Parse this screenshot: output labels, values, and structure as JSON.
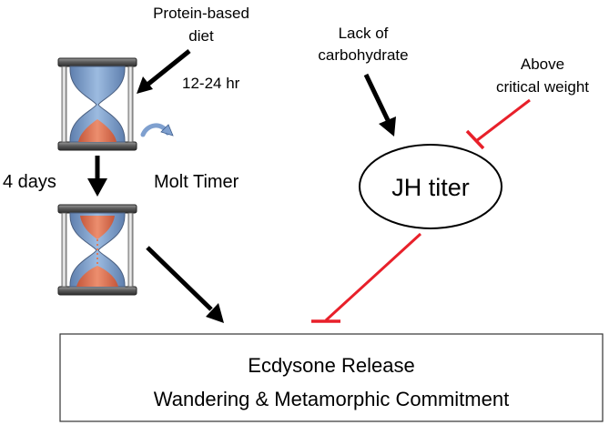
{
  "diagram": {
    "labels": {
      "protein_line1": "Protein-based",
      "protein_line2": "diet",
      "protein_time": "12-24 hr",
      "carb_line1": "Lack of",
      "carb_line2": "carbohydrate",
      "weight_line1": "Above",
      "weight_line2": "critical weight",
      "four_days": "4 days",
      "molt_timer": "Molt Timer",
      "jh_titer": "JH titer",
      "outcome_line1": "Ecdysone Release",
      "outcome_line2": "Wandering & Metamorphic Commitment"
    },
    "colors": {
      "activation_arrow": "#000000",
      "inhibition_line": "#e8202a",
      "sand_blue": "#7ea4d0",
      "sand_orange": "#e07a5a",
      "frame_dark": "#4a4a4a",
      "rotate_arrow": "#7fa0cf"
    },
    "icons": [
      "hourglass-icon",
      "hourglass-icon",
      "rotate-arrow-icon"
    ]
  }
}
